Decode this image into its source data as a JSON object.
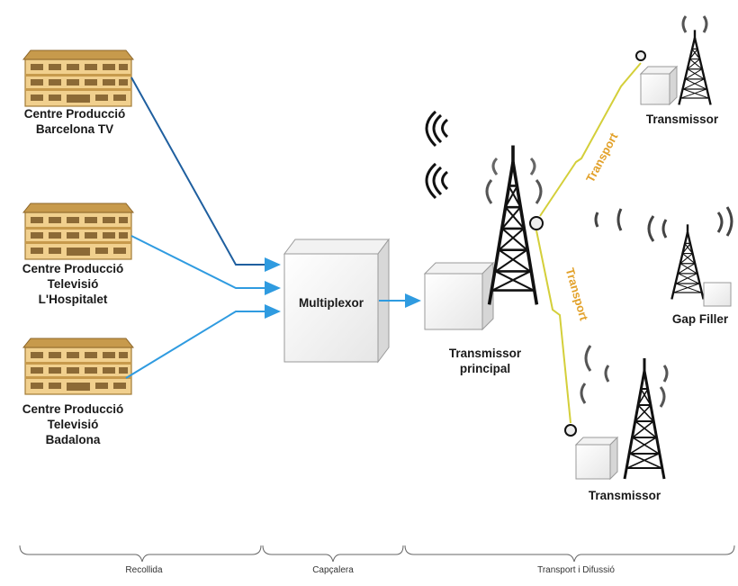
{
  "sources": [
    {
      "line1": "Centre Producció",
      "line2": "Barcelona TV",
      "line3": ""
    },
    {
      "line1": "Centre Producció",
      "line2": "Televisió",
      "line3": "L'Hospitalet"
    },
    {
      "line1": "Centre Producció",
      "line2": "Televisió",
      "line3": "Badalona"
    }
  ],
  "multiplexor_label": "Multiplexor",
  "main_transmitter": {
    "line1": "Transmissor",
    "line2": "principal"
  },
  "transmitter_top": "Transmissor",
  "transmitter_bottom": "Transmissor",
  "gap_filler": "Gap Filler",
  "transport_upper": "Transport",
  "transport_lower": "Transport",
  "stages": {
    "collection": "Recollida",
    "header": "Capçalera",
    "transport": "Transport i Difussió"
  },
  "colors": {
    "link_blue": "#2f9be0",
    "link_dark": "#1f5f9f",
    "transport_label": "#e2a12a",
    "building": "#e9c27a"
  }
}
